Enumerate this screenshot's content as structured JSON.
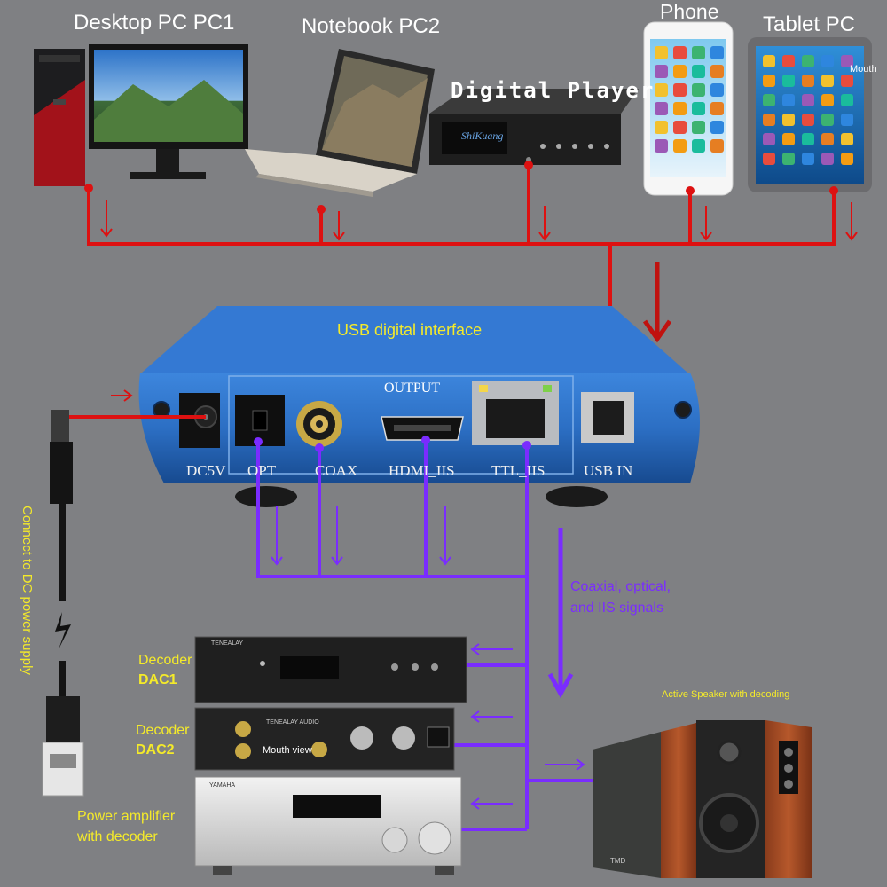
{
  "sources": {
    "desktop": "Desktop PC PC1",
    "notebook": "Notebook PC2",
    "player": "Digital Player",
    "phone": "Phone",
    "tablet": "Tablet PC",
    "tablet_watermark": "Mouth"
  },
  "interface": {
    "title": "USB digital interface",
    "output_label": "OUTPUT",
    "ports": [
      "DC5V",
      "OPT",
      "COAX",
      "HDMI_IIS",
      "TTL_IIS",
      "USB IN"
    ]
  },
  "annotations": {
    "dc_power": "Connect to DC power supply",
    "signals_line1": "Coaxial, optical,",
    "signals_line2": "and IIS signals"
  },
  "outputs": {
    "dac1_line1": "Decoder",
    "dac1_line2": "DAC1",
    "dac2_line1": "Decoder",
    "dac2_line2": "DAC2",
    "amp_line1": "Power amplifier",
    "amp_line2": "with decoder",
    "speaker": "Active Speaker with decoding",
    "dac1_brand": "TENEALAY",
    "dac2_brand": "TENEALAY AUDIO",
    "dac2_watermark": "Mouth view",
    "amp_brand": "YAMAHA",
    "speaker_brand": "TMD"
  },
  "player_screen": "ShiKuang",
  "colors": {
    "background": "#7f8083",
    "usb_line": "#dd1111",
    "signal_line": "#7a2cff",
    "highlight_text": "#f4ea2a",
    "interface_body": "#2c6fc4"
  }
}
